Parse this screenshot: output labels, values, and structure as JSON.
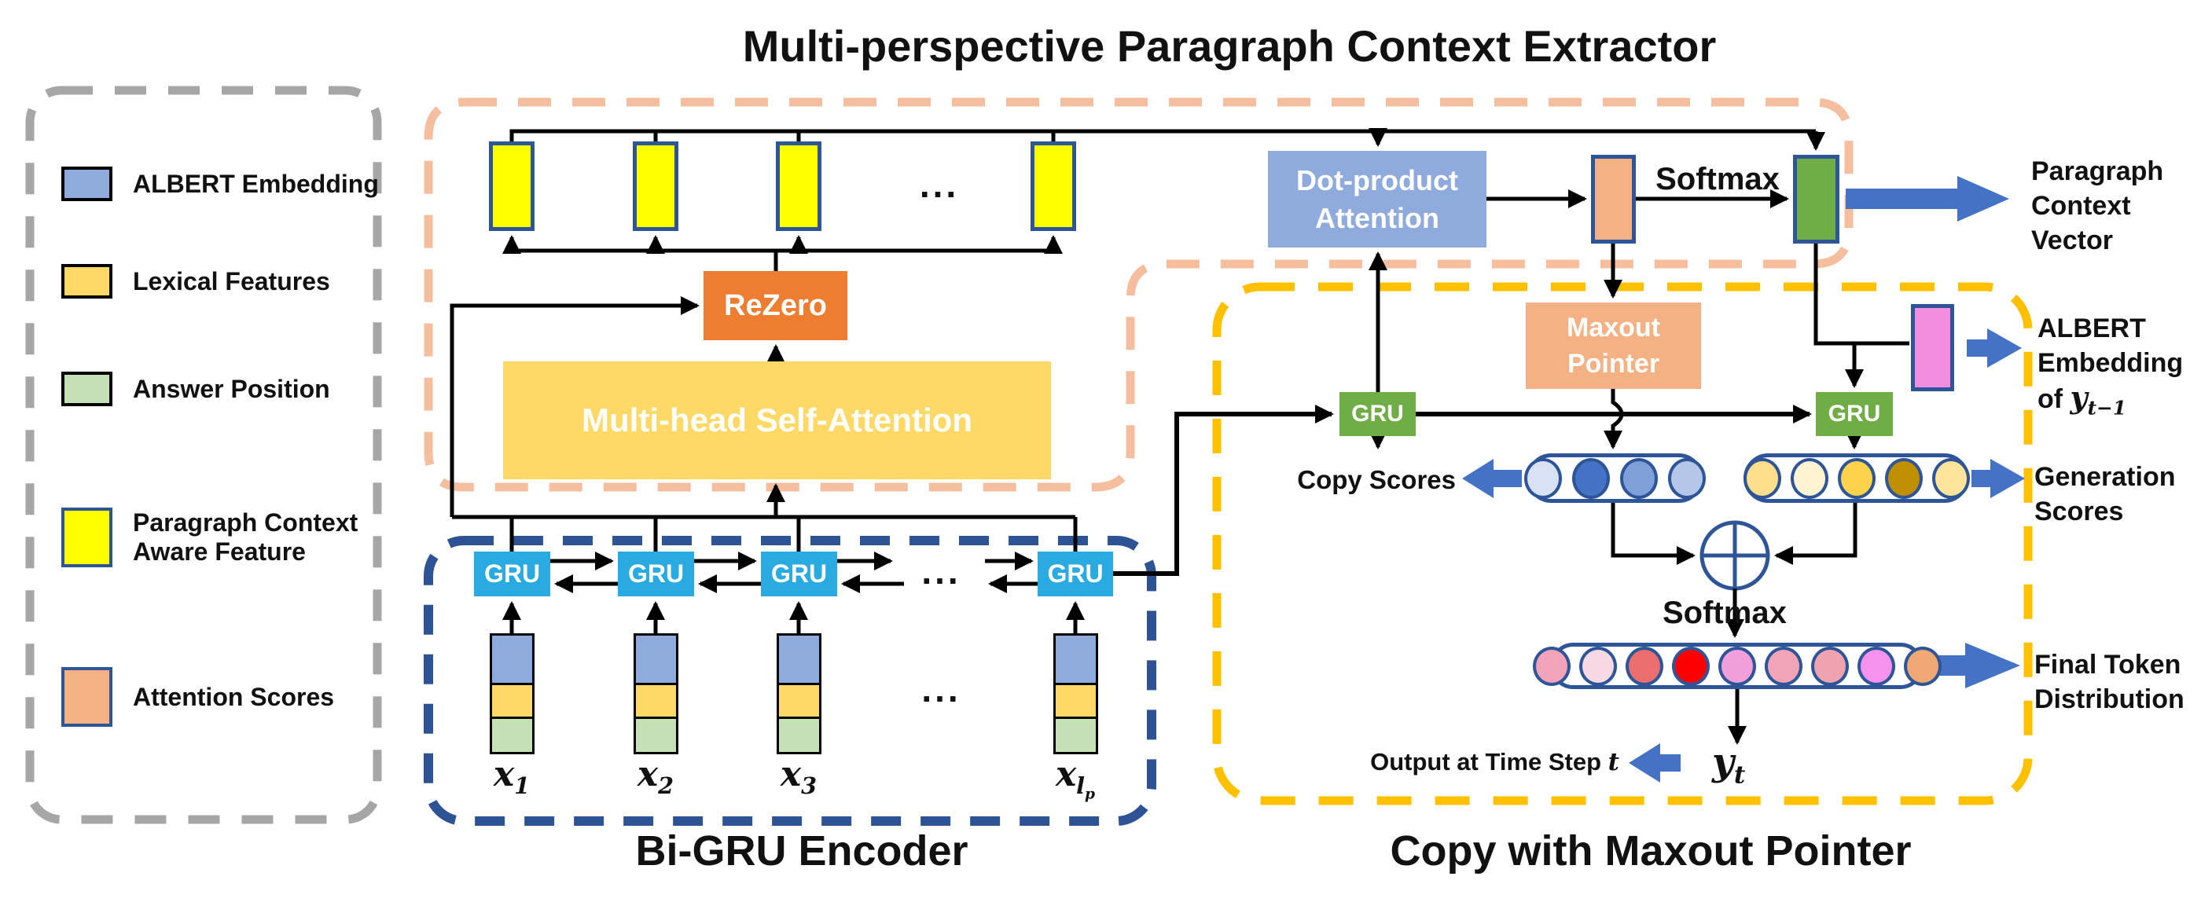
{
  "title": "Multi-perspective Paragraph Context Extractor",
  "legend": {
    "items": [
      {
        "label": "ALBERT Embedding",
        "color": "#8FAADC",
        "border": "#000000"
      },
      {
        "label": "Lexical Features",
        "color": "#FFD966",
        "border": "#000000"
      },
      {
        "label": "Answer Position",
        "color": "#C5E0B4",
        "border": "#000000"
      },
      {
        "label": "Paragraph Context Aware Feature",
        "color": "#FFFF00",
        "border": "#2E5597"
      },
      {
        "label": "Attention Scores",
        "color": "#F4B183",
        "border": "#2E5597"
      }
    ]
  },
  "extractor": {
    "rezero": "ReZero",
    "mhsa": "Multi-head Self-Attention",
    "dot_attention_line1": "Dot-product",
    "dot_attention_line2": "Attention",
    "softmax": "Softmax",
    "dots": "..."
  },
  "encoder": {
    "gru": "GRU",
    "dots": "...",
    "section_title": "Bi-GRU Encoder",
    "x_base": "x",
    "x_subs": [
      "1",
      "2",
      "3"
    ],
    "x_last_sub": "l",
    "x_last_subsub": "p"
  },
  "copy": {
    "maxout_line1": "Maxout",
    "maxout_line2": "Pointer",
    "gru": "GRU",
    "copy_scores": "Copy Scores",
    "softmax": "Softmax",
    "output_label": "Output at Time Step ",
    "output_t": "t",
    "y_base": "y",
    "y_sub": "t",
    "section_title": "Copy with Maxout Pointer"
  },
  "right_labels": {
    "pcv_1": "Paragraph",
    "pcv_2": "Context",
    "pcv_3": "Vector",
    "albert_1": "ALBERT",
    "albert_2": "Embedding",
    "albert_of": "of ",
    "albert_y": "y",
    "albert_sub": "t−1",
    "gen_1": "Generation",
    "gen_2": "Scores",
    "final_1": "Final Token",
    "final_2": "Distribution"
  },
  "capsules": {
    "copy": [
      "#D9E2F4",
      "#4472C4",
      "#7F9FD8",
      "#B5C7E9"
    ],
    "generation": [
      "#FFDF8C",
      "#FFF3D1",
      "#FFD24D",
      "#BF8F00",
      "#FFE599"
    ],
    "final": [
      "#F2A3BC",
      "#F7D9E3",
      "#ED6E6E",
      "#FE0000",
      "#F19FDB",
      "#F2A3B6",
      "#EFA3AE",
      "#F791EE",
      "#EFA873"
    ]
  },
  "colors": {
    "paragraph_feature": "#FFFF00",
    "attention_scores": "#F4B183",
    "context_vector_green": "#70AD47",
    "albert_pink": "#F18CE0",
    "rezero_orange": "#ED7D31",
    "mhsa_gold": "#FFD966",
    "dot_attention_blue": "#8FAADC",
    "gru_green": "#70AD47",
    "gru_cyan": "#29ABE2",
    "stack_blue": "#8FAADC",
    "stack_gold": "#FFD966",
    "stack_green": "#C5E0B4",
    "arrow_blue": "#4472C4",
    "box_gray": "#A6A6A6",
    "box_orange": "#F5BE9E",
    "box_yellow": "#FFC000",
    "box_blue": "#2E5394"
  }
}
